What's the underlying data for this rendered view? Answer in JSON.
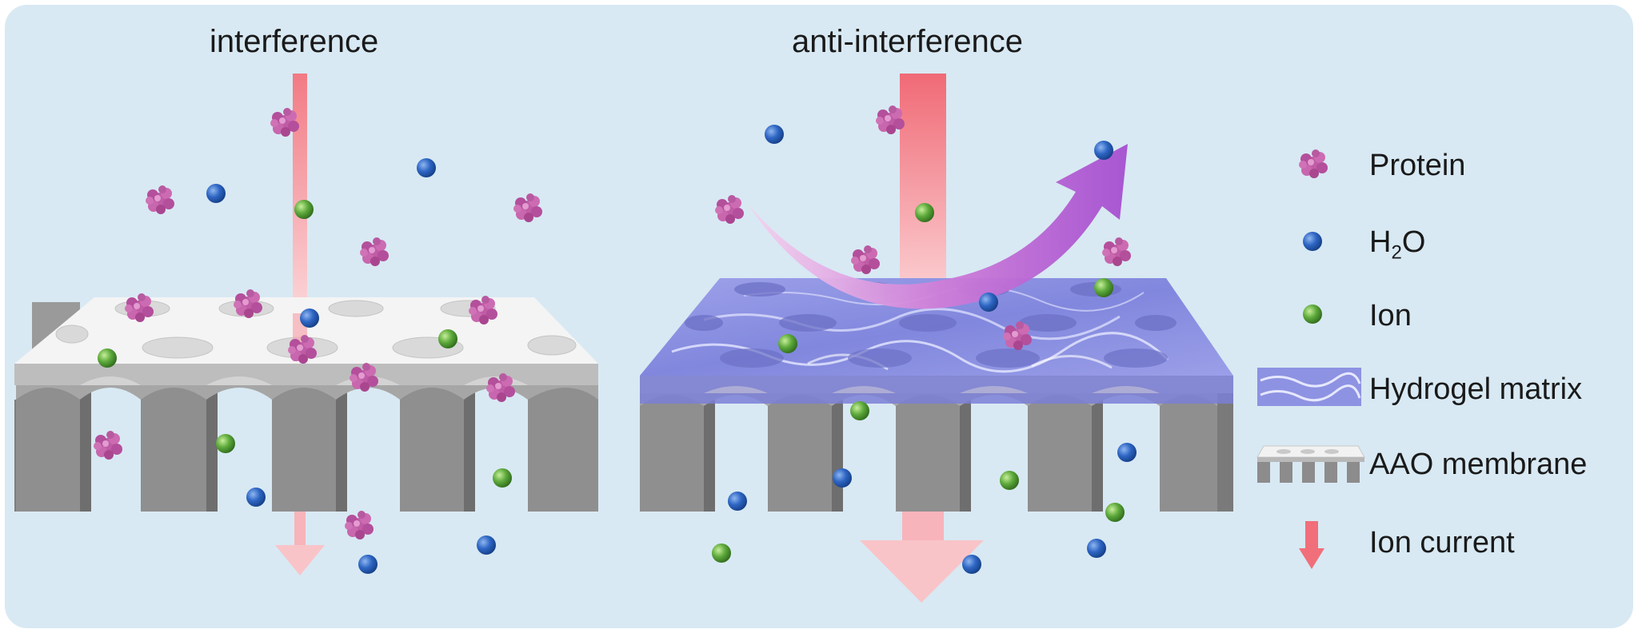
{
  "titles": {
    "left": "interference",
    "right": "anti-interference"
  },
  "legend": {
    "protein": "Protein",
    "water_main": "H",
    "water_sub": "2",
    "water_tail": "O",
    "ion": "Ion",
    "hydrogel": "Hydrogel matrix",
    "aao": "AAO membrane",
    "current": "Ion current"
  },
  "colors": {
    "background": "#d8e9f3",
    "protein": "#c05ca6",
    "water": "#1f5cb8",
    "ion": "#58a838",
    "hydrogel": "#8c8fe0",
    "membrane": "#8e8e8e",
    "current_arrow": "#f06f7a",
    "deflect_arrow": "#b04fd0"
  },
  "icons": {
    "protein": "protein-icon",
    "water": "water-molecule-icon",
    "ion": "ion-icon",
    "hydrogel": "hydrogel-swatch-icon",
    "aao": "aao-membrane-icon",
    "current": "ion-current-arrow-icon"
  }
}
